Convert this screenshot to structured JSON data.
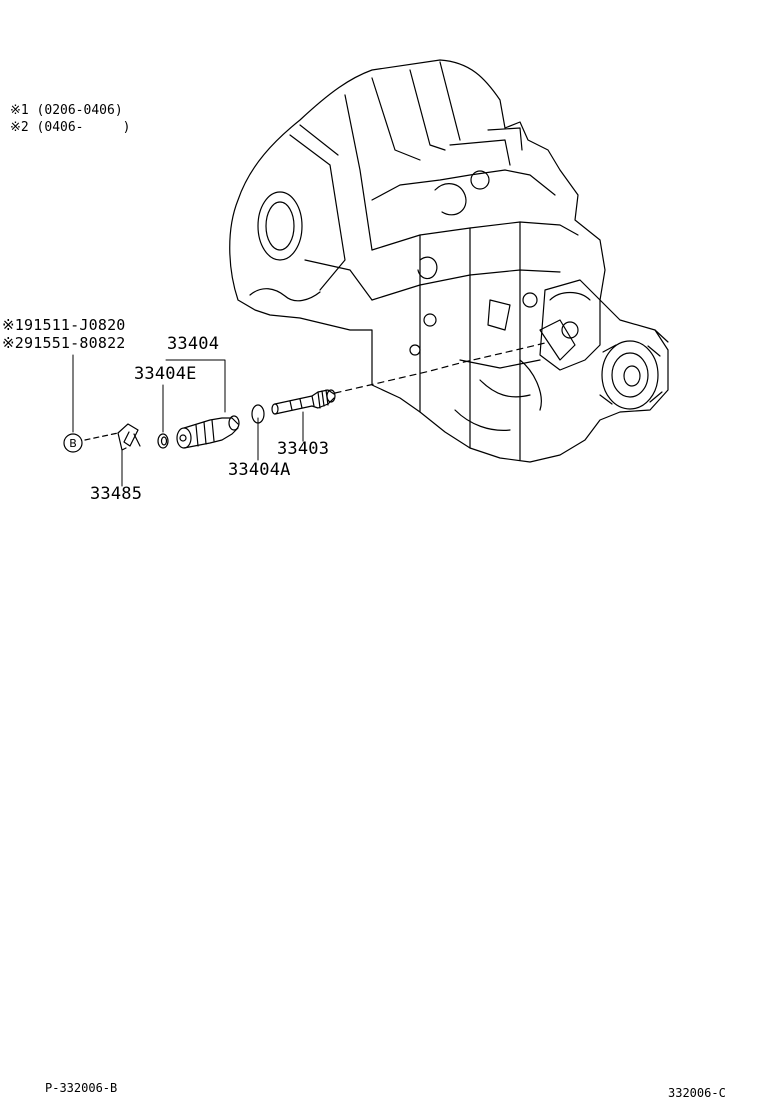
{
  "legend": {
    "line1": "※1 (0206-0406)",
    "line2": "※2 (0406-     )"
  },
  "fastener_refs": {
    "ref1": "※191511-J0820",
    "ref2": "※291551-80822",
    "marker": "B"
  },
  "parts": {
    "p33404": "33404",
    "p33404E": "33404E",
    "p33403": "33403",
    "p33404A": "33404A",
    "p33485": "33485"
  },
  "footer": {
    "left_code": "P-332006-B",
    "right_code": "332006-C"
  }
}
